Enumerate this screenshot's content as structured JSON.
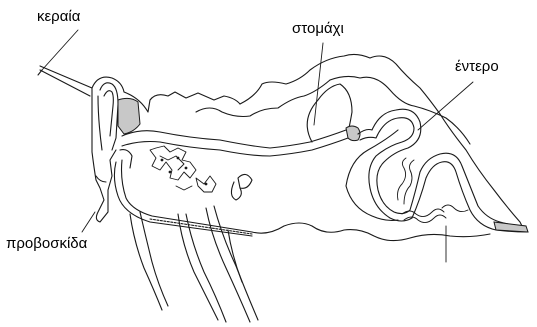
{
  "labels": {
    "antenna": "κεραία",
    "stomach": "στομάχι",
    "intestine": "έντερο",
    "proboscis": "προβοσκίδα"
  },
  "colors": {
    "line": "#1a1a1a",
    "fill_grey": "#c8c8c8",
    "background": "#ffffff"
  }
}
